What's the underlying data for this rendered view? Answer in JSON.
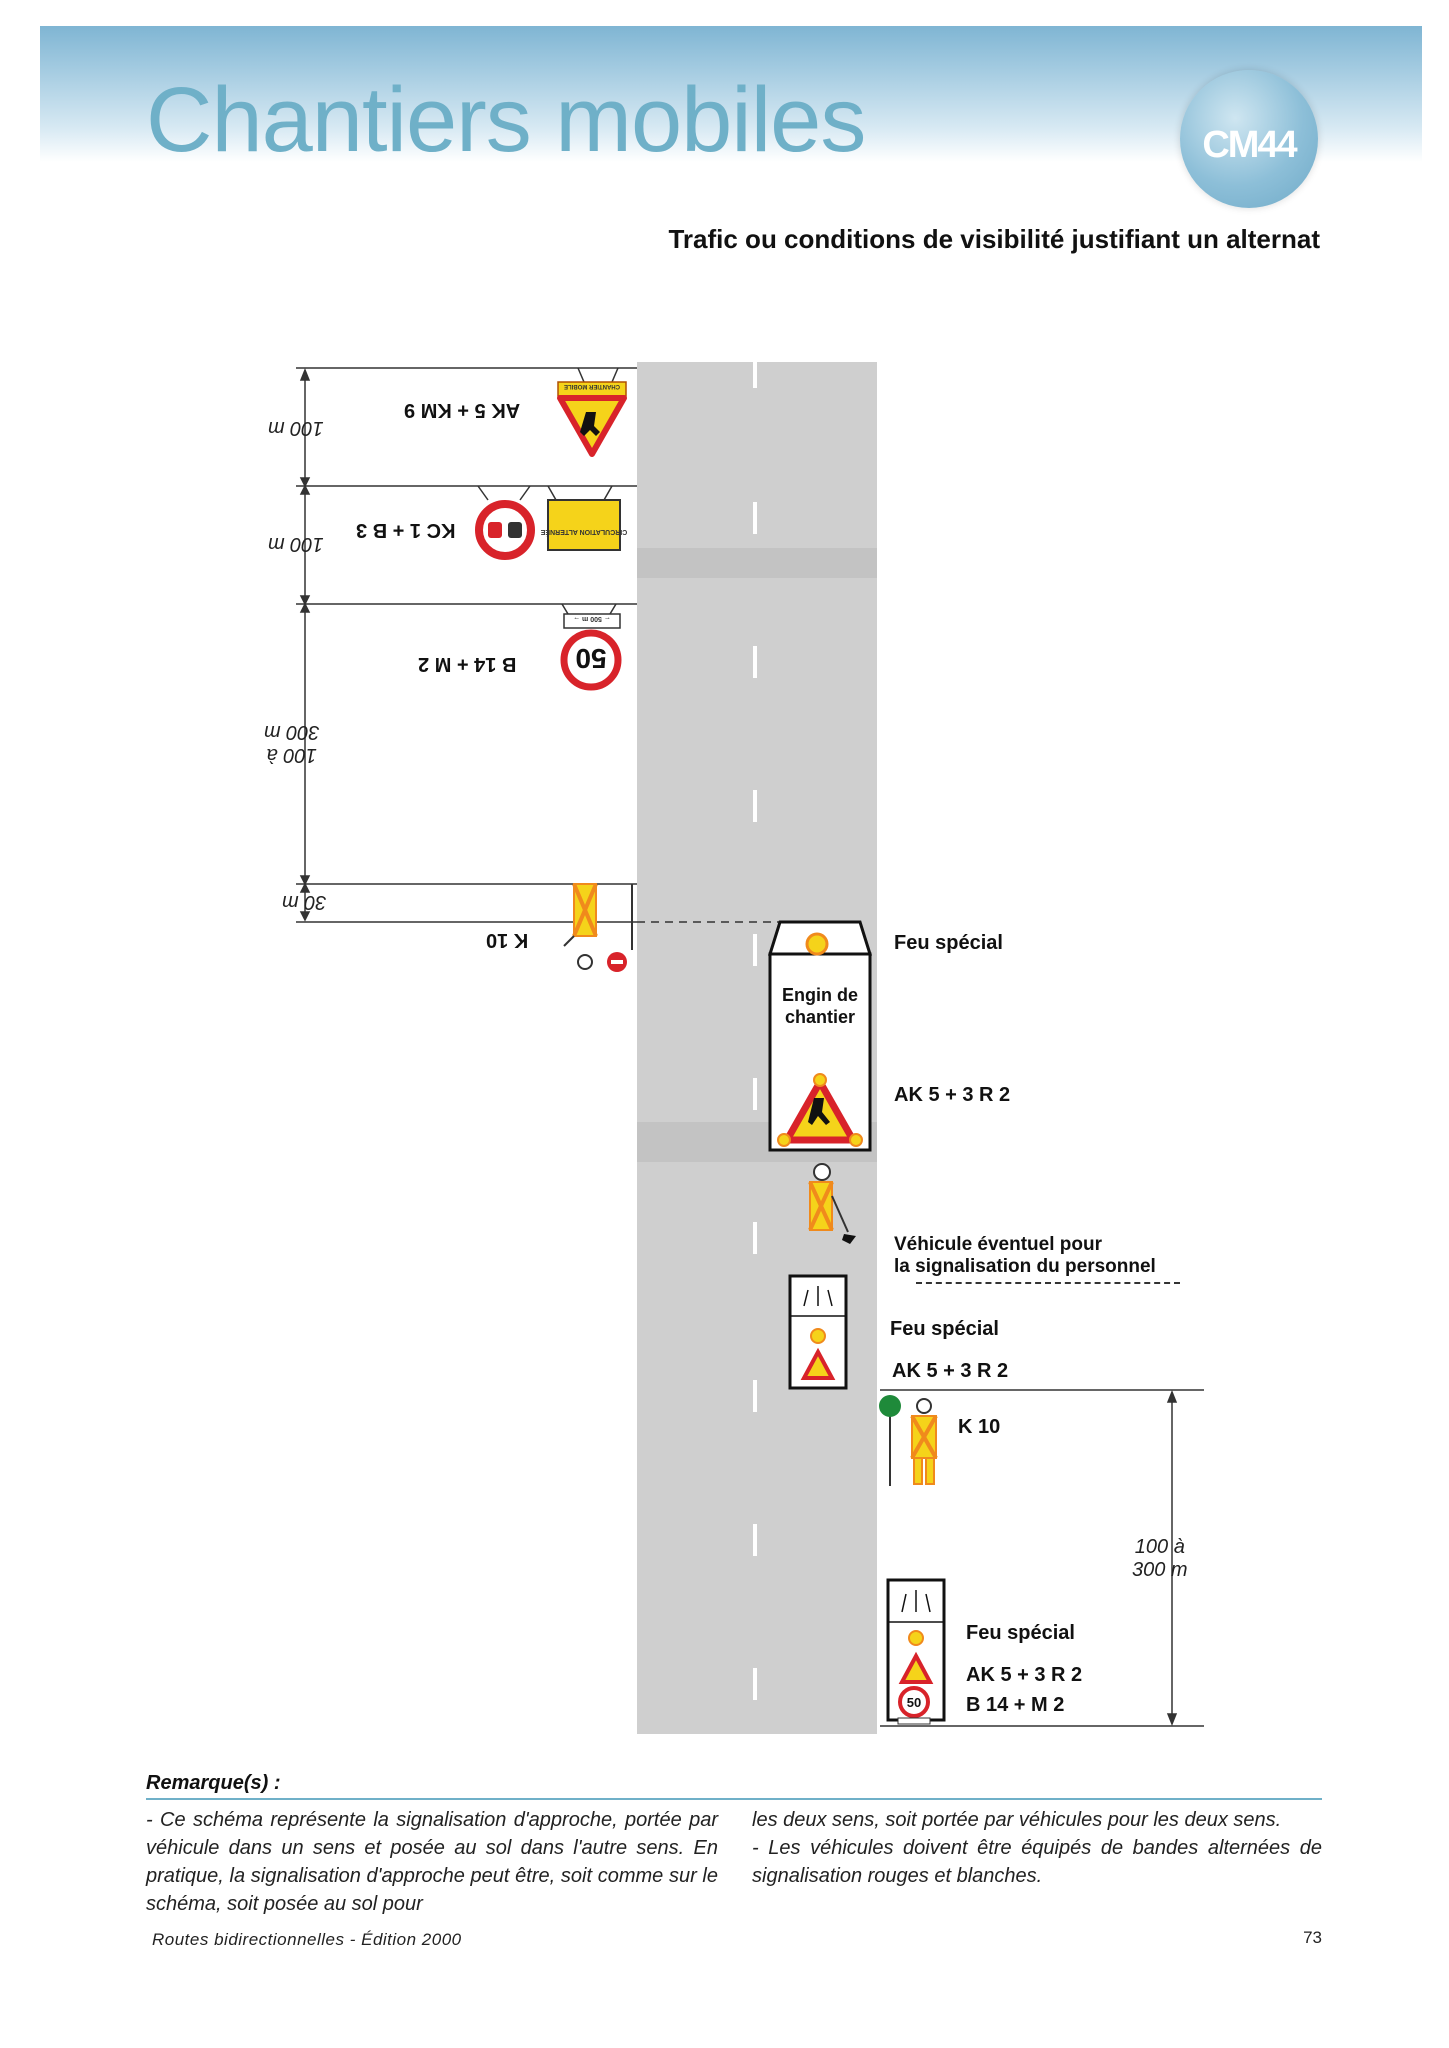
{
  "header": {
    "title": "Chantiers mobiles",
    "badge": "CM44",
    "subtitle": "Trafic ou conditions de visibilité justifiant un alternat"
  },
  "diagram": {
    "left_side": {
      "labels": [
        "AK 5 + KM 9",
        "KC 1 + B 3",
        "B 14 + M 2",
        "K 10"
      ],
      "distances": [
        "100 m",
        "100 m",
        "100 à\n300 m",
        "30 m"
      ],
      "sign_texts": {
        "chantier_mobile": "CHANTIER MOBILE",
        "circulation_alternee": "CIRCULATION ALTERNÉE",
        "speed": "50",
        "panel_500m": "← 500 m →"
      }
    },
    "right_side": {
      "engin_label": "Engin de chantier",
      "feu_special_1": "Feu spécial",
      "ak5_3r2_1": "AK 5 + 3 R 2",
      "vehicule_eventuel": "Véhicule éventuel pour",
      "signalisation_personnel": "la signalisation du personnel",
      "feu_special_2": "Feu spécial",
      "ak5_3r2_2": "AK 5 + 3 R 2",
      "k10": "K 10",
      "distance_bottom": "100 à\n300 m",
      "feu_special_3": "Feu spécial",
      "ak5_3r2_3": "AK 5 + 3 R 2",
      "b14_m2": "B 14 + M 2",
      "speed": "50"
    }
  },
  "remarks": {
    "title": "Remarque(s) :",
    "col1": "- Ce schéma représente la signalisation d'approche, portée par véhicule dans un sens et posée au sol dans l'autre sens. En pratique, la signalisation d'approche peut être, soit comme sur le schéma, soit posée au sol pour",
    "col2_a": "les deux sens, soit portée par véhicules pour les deux sens.",
    "col2_b": "- Les véhicules doivent être équipés de bandes alternées de signalisation rouges et blanches."
  },
  "footer": {
    "left": "Routes bidirectionnelles - Édition 2000",
    "page_number": "73"
  },
  "colors": {
    "accent": "#6fb0c8",
    "road": "#cfcfcf",
    "sign_yellow": "#f5d31a",
    "sign_red": "#d8232a",
    "sign_orange": "#f08a1c",
    "k10_green": "#1f8a3a"
  }
}
